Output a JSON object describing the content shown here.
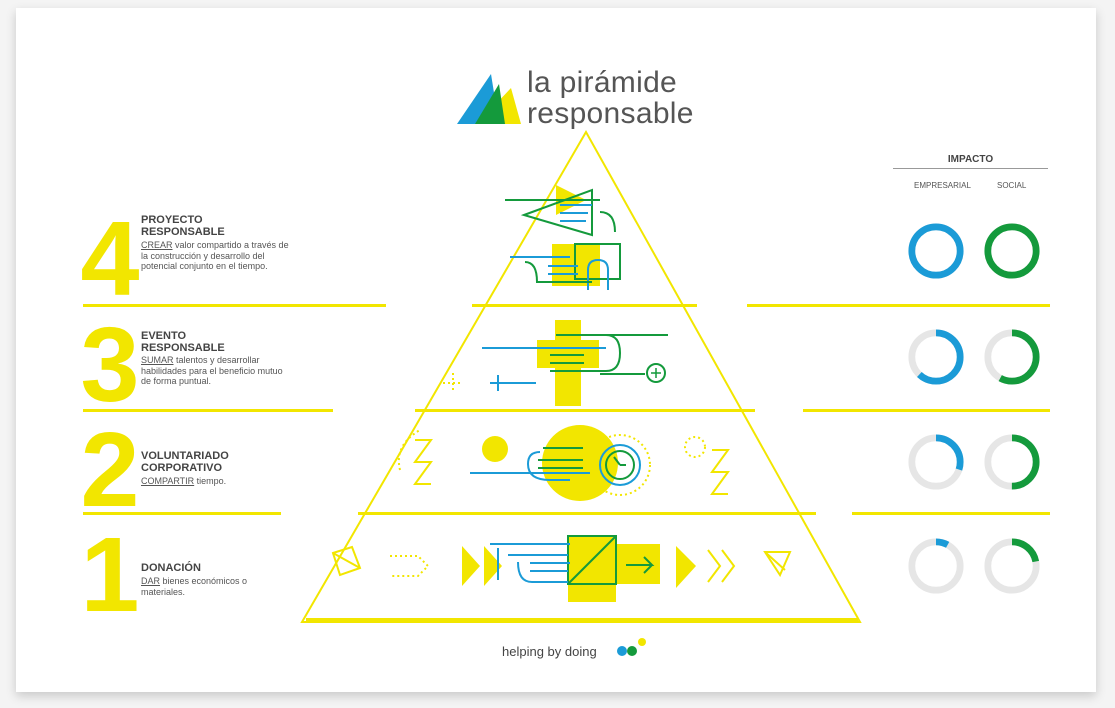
{
  "header": {
    "title_line1": "la pirámide",
    "title_line2": "responsable"
  },
  "levels": [
    {
      "number": "4",
      "title_line1": "PROYECTO",
      "title_line2": "RESPONSABLE",
      "verb": "CREAR",
      "desc_rest": " valor compartido a través de la construcción y desarrollo del potencial conjunto en el tiempo."
    },
    {
      "number": "3",
      "title_line1": "EVENTO",
      "title_line2": "RESPONSABLE",
      "verb": "SUMAR",
      "desc_rest": " talentos y desarrollar habilidades para el beneficio mutuo de forma puntual."
    },
    {
      "number": "2",
      "title_line1": "VOLUNTARIADO",
      "title_line2": "CORPORATIVO",
      "verb": "COMPARTIR",
      "desc_rest": " tiempo."
    },
    {
      "number": "1",
      "title_line1": "DONACIÓN",
      "title_line2": "",
      "verb": "DAR",
      "desc_rest": " bienes económicos o materiales."
    }
  ],
  "impact": {
    "heading": "IMPACTO",
    "col_empresarial": "EMPRESARIAL",
    "col_social": "SOCIAL",
    "empresarial_fill": [
      1.0,
      0.62,
      0.3,
      0.08
    ],
    "social_fill": [
      1.0,
      0.58,
      0.5,
      0.22
    ],
    "colors": {
      "empresarial": "#1b9bd7",
      "social": "#149a3c",
      "track": "#e6e6e6"
    }
  },
  "footer": {
    "text": "helping by doing"
  },
  "colors": {
    "yellow": "#f2e600",
    "blue": "#1b9bd7",
    "green": "#149a3c"
  }
}
